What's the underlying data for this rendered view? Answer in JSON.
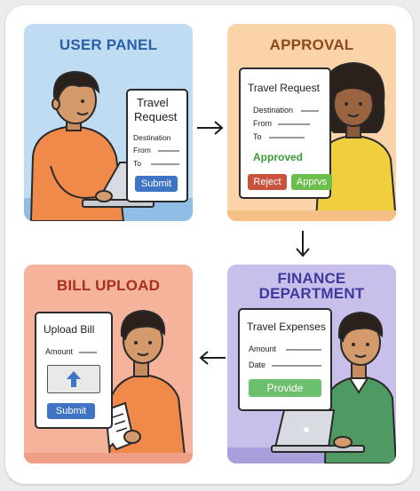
{
  "panels": {
    "user": {
      "title": "USER PANEL",
      "card_title_1": "Travel",
      "card_title_2": "Request",
      "fields": [
        "Destination",
        "From",
        "To"
      ],
      "button": "Submit"
    },
    "approval": {
      "title": "APPROVAL",
      "card_title": "Travel Request",
      "fields": [
        "Destination",
        "From",
        "To"
      ],
      "status": "Approved",
      "reject_button": "Reject",
      "approve_button": "Apprvs"
    },
    "bill": {
      "title": "BILL UPLOAD",
      "card_title": "Upload Bill",
      "fields": [
        "Amount"
      ],
      "button": "Submit"
    },
    "finance": {
      "title_line1": "FINANCE",
      "title_line2": "DEPARTMENT",
      "card_title": "Travel Expenses",
      "fields": [
        "Amount",
        "Date"
      ],
      "button": "Provide"
    }
  },
  "colors": {
    "user_bg": "#bfdcf3",
    "approval_bg": "#fbd3a8",
    "bill_bg": "#f5b39b",
    "finance_bg": "#c8c0ea",
    "user_title": "#2a5fa8",
    "approval_title": "#8a4a1c",
    "bill_title": "#a8301e",
    "finance_title": "#3d3a9e",
    "submit_blue": "#3f74c4",
    "approved_green": "#3a9a3a",
    "reject_red": "#c8523c",
    "approve_green": "#6cbd4c",
    "provide_green": "#6cbf6c"
  },
  "icons": {
    "flow": [
      "arrow-right-icon",
      "arrow-down-icon",
      "arrow-left-icon"
    ],
    "upload": "upload-arrow-icon"
  }
}
